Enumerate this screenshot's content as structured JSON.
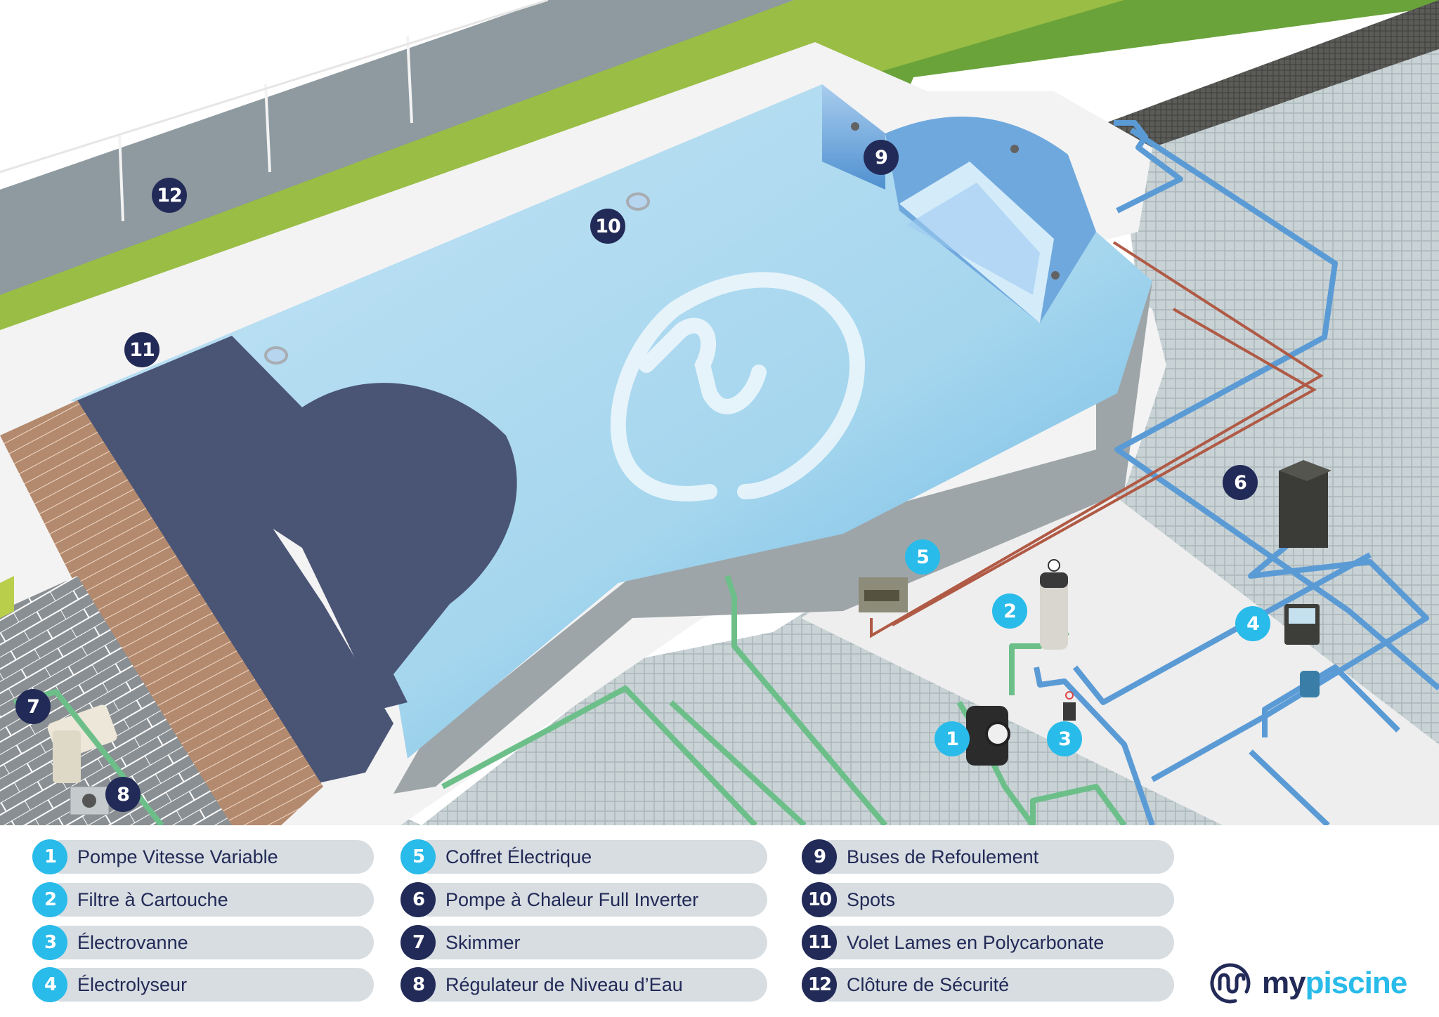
{
  "diagram": {
    "subject": "Illustrated swimming pool equipment installation",
    "colors": {
      "accent_cyan": "#29bbe9",
      "navy": "#222a57",
      "pill_bg": "#d7dde1",
      "water": "#9fd3ec",
      "cover": "#4a5475",
      "deck_wood": "#b48a6e",
      "grass": "#6aa33a",
      "fence": "#8e9aa0",
      "pipe_blue": "#5b9bd5",
      "pipe_green": "#6dbf8a",
      "cable_red": "#b05a45"
    },
    "markers": [
      {
        "num": "1",
        "style": "cyan"
      },
      {
        "num": "2",
        "style": "cyan"
      },
      {
        "num": "3",
        "style": "cyan"
      },
      {
        "num": "4",
        "style": "cyan"
      },
      {
        "num": "5",
        "style": "cyan"
      },
      {
        "num": "6",
        "style": "navy"
      },
      {
        "num": "7",
        "style": "navy"
      },
      {
        "num": "8",
        "style": "navy"
      },
      {
        "num": "9",
        "style": "navy"
      },
      {
        "num": "10",
        "style": "navy"
      },
      {
        "num": "11",
        "style": "navy"
      },
      {
        "num": "12",
        "style": "navy"
      }
    ]
  },
  "legend": {
    "items": [
      {
        "num": "1",
        "label": "Pompe Vitesse Variable",
        "style": "cyan"
      },
      {
        "num": "2",
        "label": "Filtre à Cartouche",
        "style": "cyan"
      },
      {
        "num": "3",
        "label": "Électrovanne",
        "style": "cyan"
      },
      {
        "num": "4",
        "label": "Électrolyseur",
        "style": "cyan"
      },
      {
        "num": "5",
        "label": "Coffret Électrique",
        "style": "cyan"
      },
      {
        "num": "6",
        "label": "Pompe à Chaleur Full Inverter",
        "style": "navy"
      },
      {
        "num": "7",
        "label": "Skimmer",
        "style": "navy"
      },
      {
        "num": "8",
        "label": "Régulateur de Niveau d’Eau",
        "style": "navy"
      },
      {
        "num": "9",
        "label": "Buses de Refoulement",
        "style": "navy"
      },
      {
        "num": "10",
        "label": "Spots",
        "style": "navy"
      },
      {
        "num": "11",
        "label": "Volet Lames en Polycarbonate",
        "style": "navy"
      },
      {
        "num": "12",
        "label": "Clôture de Sécurité",
        "style": "navy"
      }
    ]
  },
  "brand": {
    "part1": "my",
    "part2": "piscine"
  }
}
